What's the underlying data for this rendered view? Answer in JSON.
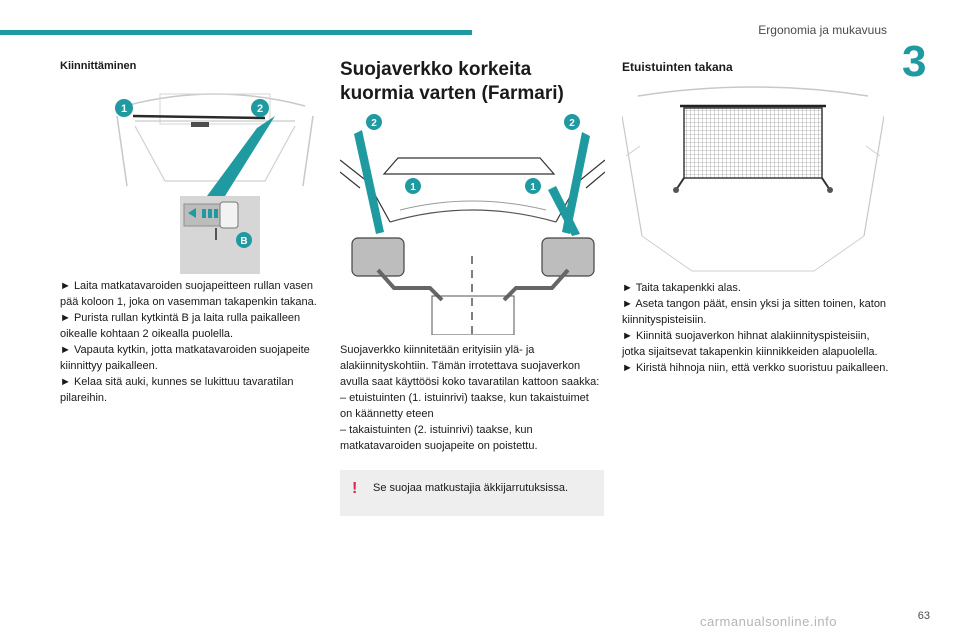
{
  "header": {
    "section_title": "Ergonomia ja mukavuus",
    "chapter_number": "3",
    "accent_color": "#1f9aa0"
  },
  "column1": {
    "title": "Kiinnittäminen",
    "figure_labels": [
      "1",
      "2",
      "B"
    ],
    "steps": [
      "► Laita matkatavaroiden suojapeitteen rullan vasen pää koloon 1, joka on vasemman takapenkin takana.",
      "► Purista rullan kytkintä B ja laita rulla paikalleen oikealle kohtaan 2 oikealla puolella.",
      "► Vapauta kytkin, jotta matkatavaroiden suojapeite kiinnittyy paikalleen.",
      "► Kelaa sitä auki, kunnes se lukittuu tavaratilan pilareihin."
    ]
  },
  "column2": {
    "title": "Suojaverkko korkeita kuormia varten (Farmari)",
    "figure_labels": [
      "2",
      "2",
      "1",
      "1"
    ],
    "paragraph": "Suojaverkko kiinnitetään erityisiin ylä- ja alakiinnityskohtiin. Tämän irrotettava suojaverkon avulla saat käyttöösi koko tavaratilan kattoon saakka:",
    "list": [
      "– etuistuinten (1. istuinrivi) taakse, kun takaistuimet on käännetty eteen",
      "– takaistuinten (2. istuinrivi) taakse, kun matkatavaroiden suojapeite on poistettu."
    ],
    "warning": {
      "icon": "exclamation-icon",
      "mark": "!",
      "text": "Se suojaa matkustajia äkkijarrutuksissa.",
      "color": "#d9254e"
    }
  },
  "column3": {
    "title": "Etuistuinten takana",
    "steps": [
      "► Taita takapenkki alas.",
      "► Aseta tangon päät, ensin yksi ja sitten toinen, katon kiinnityspisteisiin.",
      "► Kiinnitä suojaverkon hihnat alakiinnityspisteisiin, jotka sijaitsevat takapenkin kiinnikkeiden alapuolella.",
      "► Kiristä hihnoja niin, että verkko suoristuu paikalleen."
    ]
  },
  "footer": {
    "page_number": "63",
    "watermark": "carmanualsonline.info"
  }
}
